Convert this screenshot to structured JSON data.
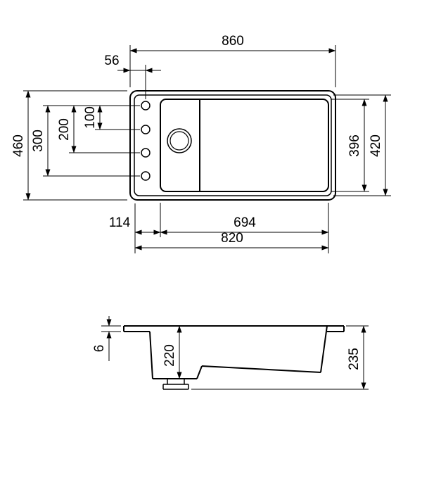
{
  "drawing": {
    "colors": {
      "line": "#000000",
      "background": "#ffffff"
    },
    "top_view": {
      "overall_width": "860",
      "tap_hole_offset": "56",
      "overall_depth": "460",
      "tap_hole_span": "300",
      "tap_hole_span_mid": "200",
      "tap_hole_spacing": "100",
      "bowl_inner_depth": "396",
      "inner_rim_depth": "420",
      "bowl_left_offset": "114",
      "bowl_inner_width": "694",
      "inner_rim_width": "820"
    },
    "section_view": {
      "rim_height": "6",
      "bowl_depth": "220",
      "overall_height": "235"
    }
  }
}
